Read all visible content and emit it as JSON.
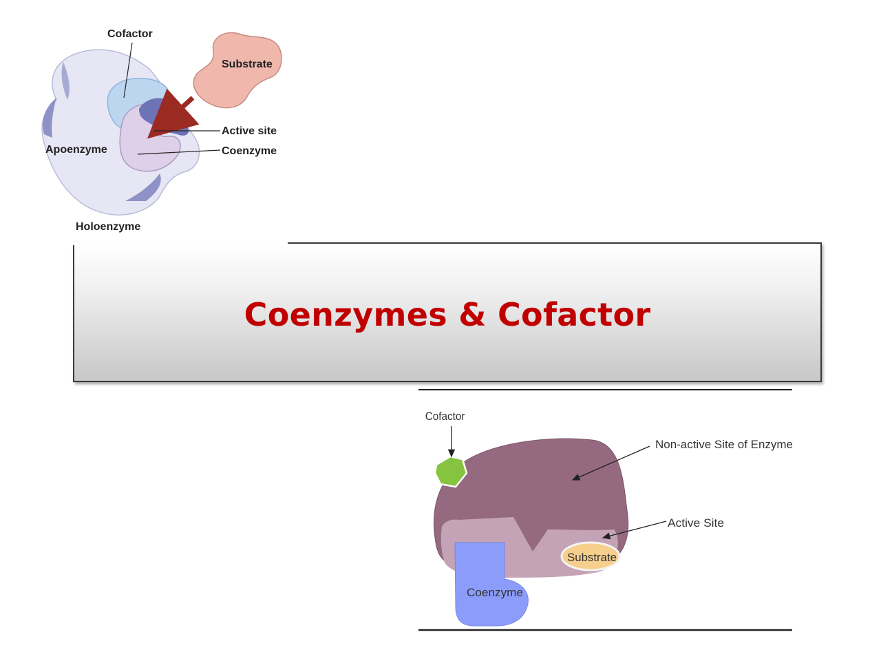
{
  "top_figure": {
    "labels": {
      "cofactor": "Cofactor",
      "substrate": "Substrate",
      "active_site": "Active site",
      "apoenzyme": "Apoenzyme",
      "coenzyme": "Coenzyme",
      "holoenzyme": "Holoenzyme"
    },
    "colors": {
      "enzyme": "#e6e6f4",
      "enzyme_shadow": "#8f92c6",
      "cofactor": "#bcd6f0",
      "coenzyme": "#ddd0e8",
      "active_site": "#6e73b5",
      "substrate": "#f0b8ad",
      "arrow": "#9a2a22"
    }
  },
  "title": {
    "text": "Coenzymes & Cofactor",
    "color": "#c00000"
  },
  "bottom_figure": {
    "labels": {
      "cofactor": "Cofactor",
      "non_active_site": "Non-active Site of Enzyme",
      "active_site": "Active Site",
      "substrate": "Substrate",
      "coenzyme": "Coenzyme"
    },
    "colors": {
      "enzyme": "#956a80",
      "active_region": "#c4a3b6",
      "cofactor": "#86c440",
      "coenzyme": "#8c9cfa",
      "substrate": "#f6cf8c"
    }
  }
}
